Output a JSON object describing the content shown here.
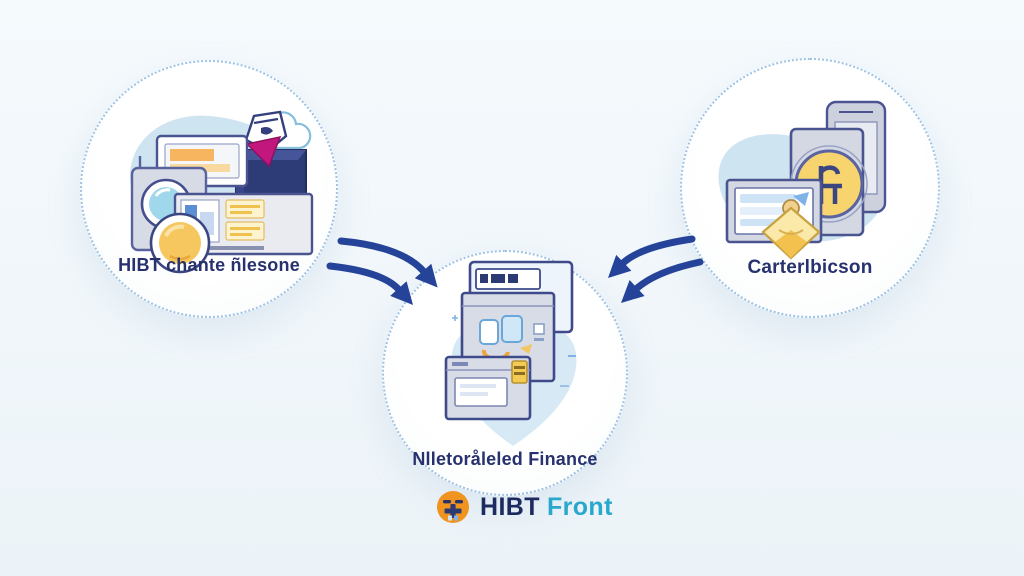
{
  "diagram": {
    "nodes": {
      "left": {
        "label": "HIBT chante ñlesone"
      },
      "right": {
        "label": "Carterlbicson"
      },
      "center": {
        "label": "Nlletoråleled Finance"
      }
    },
    "logo": {
      "primary": "HIBT",
      "secondary": "Front"
    }
  },
  "colors": {
    "background": "#f0f6fa",
    "circle_border": "#9fc3e4",
    "node_label": "#27316e",
    "arrow": "#26439a",
    "blob_light_blue": "#cee4f1",
    "illustration_outline": "#434e8d",
    "illustration_gray": "#d5d9e4",
    "accent_yellow": "#f6c75f",
    "accent_orange": "#f0a53c",
    "accent_magenta": "#c2187e",
    "ledger_navy": "#2d3b76",
    "logo_primary_color": "#1d2a5f",
    "logo_secondary_color": "#2aa7cd",
    "logo_icon_color": "#f0941f"
  },
  "icons": {
    "logo_icon": "orange-circle-figure",
    "left": [
      "cloud-icon",
      "courier-figure-icon",
      "tablet-window-icon",
      "camera-device-icon",
      "browser-window-icon",
      "coin-icon",
      "ledger-book-icon"
    ],
    "right": [
      "phone-back-icon",
      "phone-front-icon",
      "currency-coin-icon",
      "document-card-icon",
      "shield-badge-icon"
    ],
    "center": [
      "heart-blob",
      "window-back-icon",
      "window-middle-icon",
      "window-front-icon"
    ]
  }
}
